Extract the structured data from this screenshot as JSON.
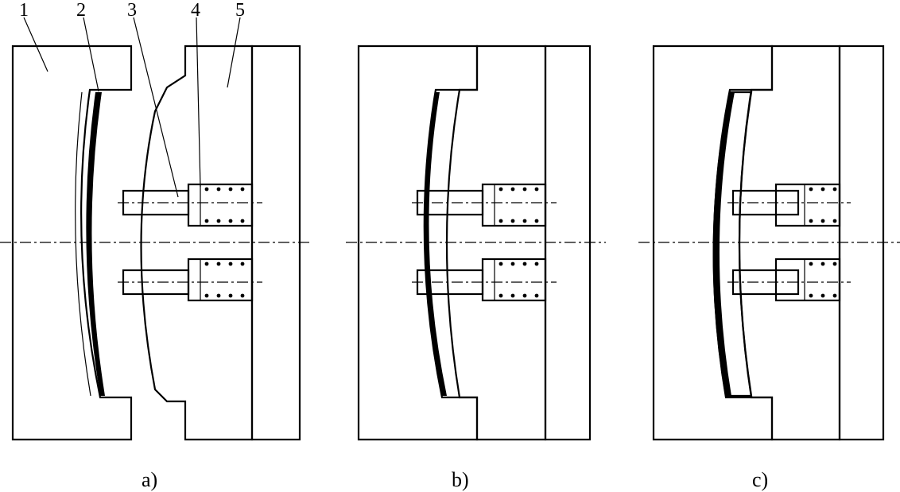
{
  "part_labels": [
    "1",
    "2",
    "3",
    "4",
    "5"
  ],
  "captions": [
    "a)",
    "b)",
    "c)"
  ]
}
